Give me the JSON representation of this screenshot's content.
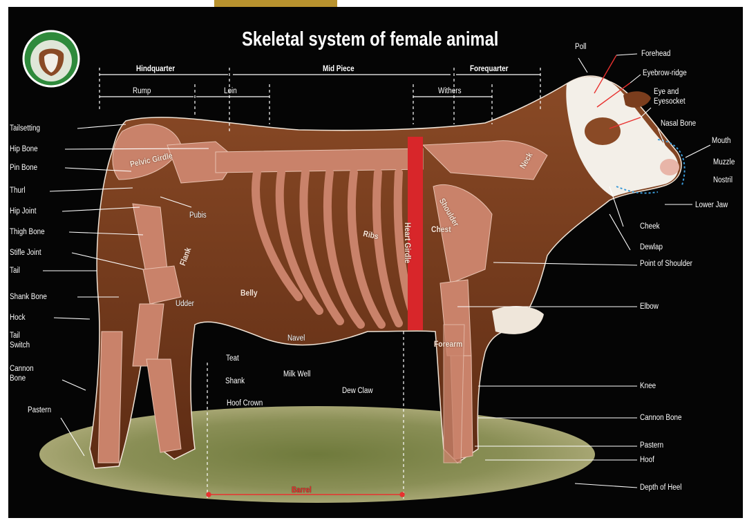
{
  "title": "Skeletal system of female animal",
  "logo_text": "",
  "sections": {
    "hindquarter": "Hindquarter",
    "mid_piece": "Mid Piece",
    "forequarter": "Forequarter",
    "rump": "Rump",
    "loin": "Loin",
    "withers": "Withers"
  },
  "left_labels": {
    "tailsetting": "Tailsetting",
    "hip_bone": "Hip Bone",
    "pin_bone": "Pin Bone",
    "thurl": "Thurl",
    "hip_joint": "Hip Joint",
    "thigh_bone": "Thigh Bone",
    "stifle_joint": "Stifle Joint",
    "tail": "Tail",
    "shank_bone": "Shank Bone",
    "hock": "Hock",
    "tail_switch_1": "Tail",
    "tail_switch_2": "Switch",
    "cannon_bone_1": "Cannon",
    "cannon_bone_2": "Bone",
    "pastern": "Pastern"
  },
  "right_labels": {
    "poll": "Poll",
    "forehead": "Forehead",
    "eyebrow_ridge": "Eyebrow-ridge",
    "eye_1": "Eye and",
    "eye_2": "Eyesocket",
    "nasal_bone": "Nasal Bone",
    "mouth": "Mouth",
    "muzzle": "Muzzle",
    "nostril": "Nostril",
    "lower_jaw": "Lower Jaw",
    "cheek": "Cheek",
    "dewlap": "Dewlap",
    "point_of_shoulder": "Point of Shoulder",
    "elbow": "Elbow",
    "knee": "Knee",
    "cannon_bone": "Cannon Bone",
    "pastern": "Pastern",
    "hoof": "Hoof",
    "depth_of_heel": "Depth of Heel"
  },
  "inner_labels": {
    "pelvic_girdle": "Pelvic Girdle",
    "pubis": "Pubis",
    "ribs": "Ribs",
    "heart_girdle": "Heart Girdle",
    "chest": "Chest",
    "shoulder": "Shoulder",
    "neck": "Neck",
    "flank": "Flank",
    "udder": "Udder",
    "belly": "Belly",
    "navel": "Navel",
    "forearm": "Forearm",
    "teat": "Teat",
    "milk_well": "Milk Well",
    "shank": "Shank",
    "hoof_crown": "Hoof Crown",
    "dew_claw": "Dew Claw",
    "barrel": "Barrel"
  },
  "colors": {
    "background": "#050505",
    "coat": "#7a3d1d",
    "bone": "#c9826a",
    "heart_girdle": "#d8262a",
    "grass": "#8a8f56",
    "gold": "#b8922e"
  }
}
